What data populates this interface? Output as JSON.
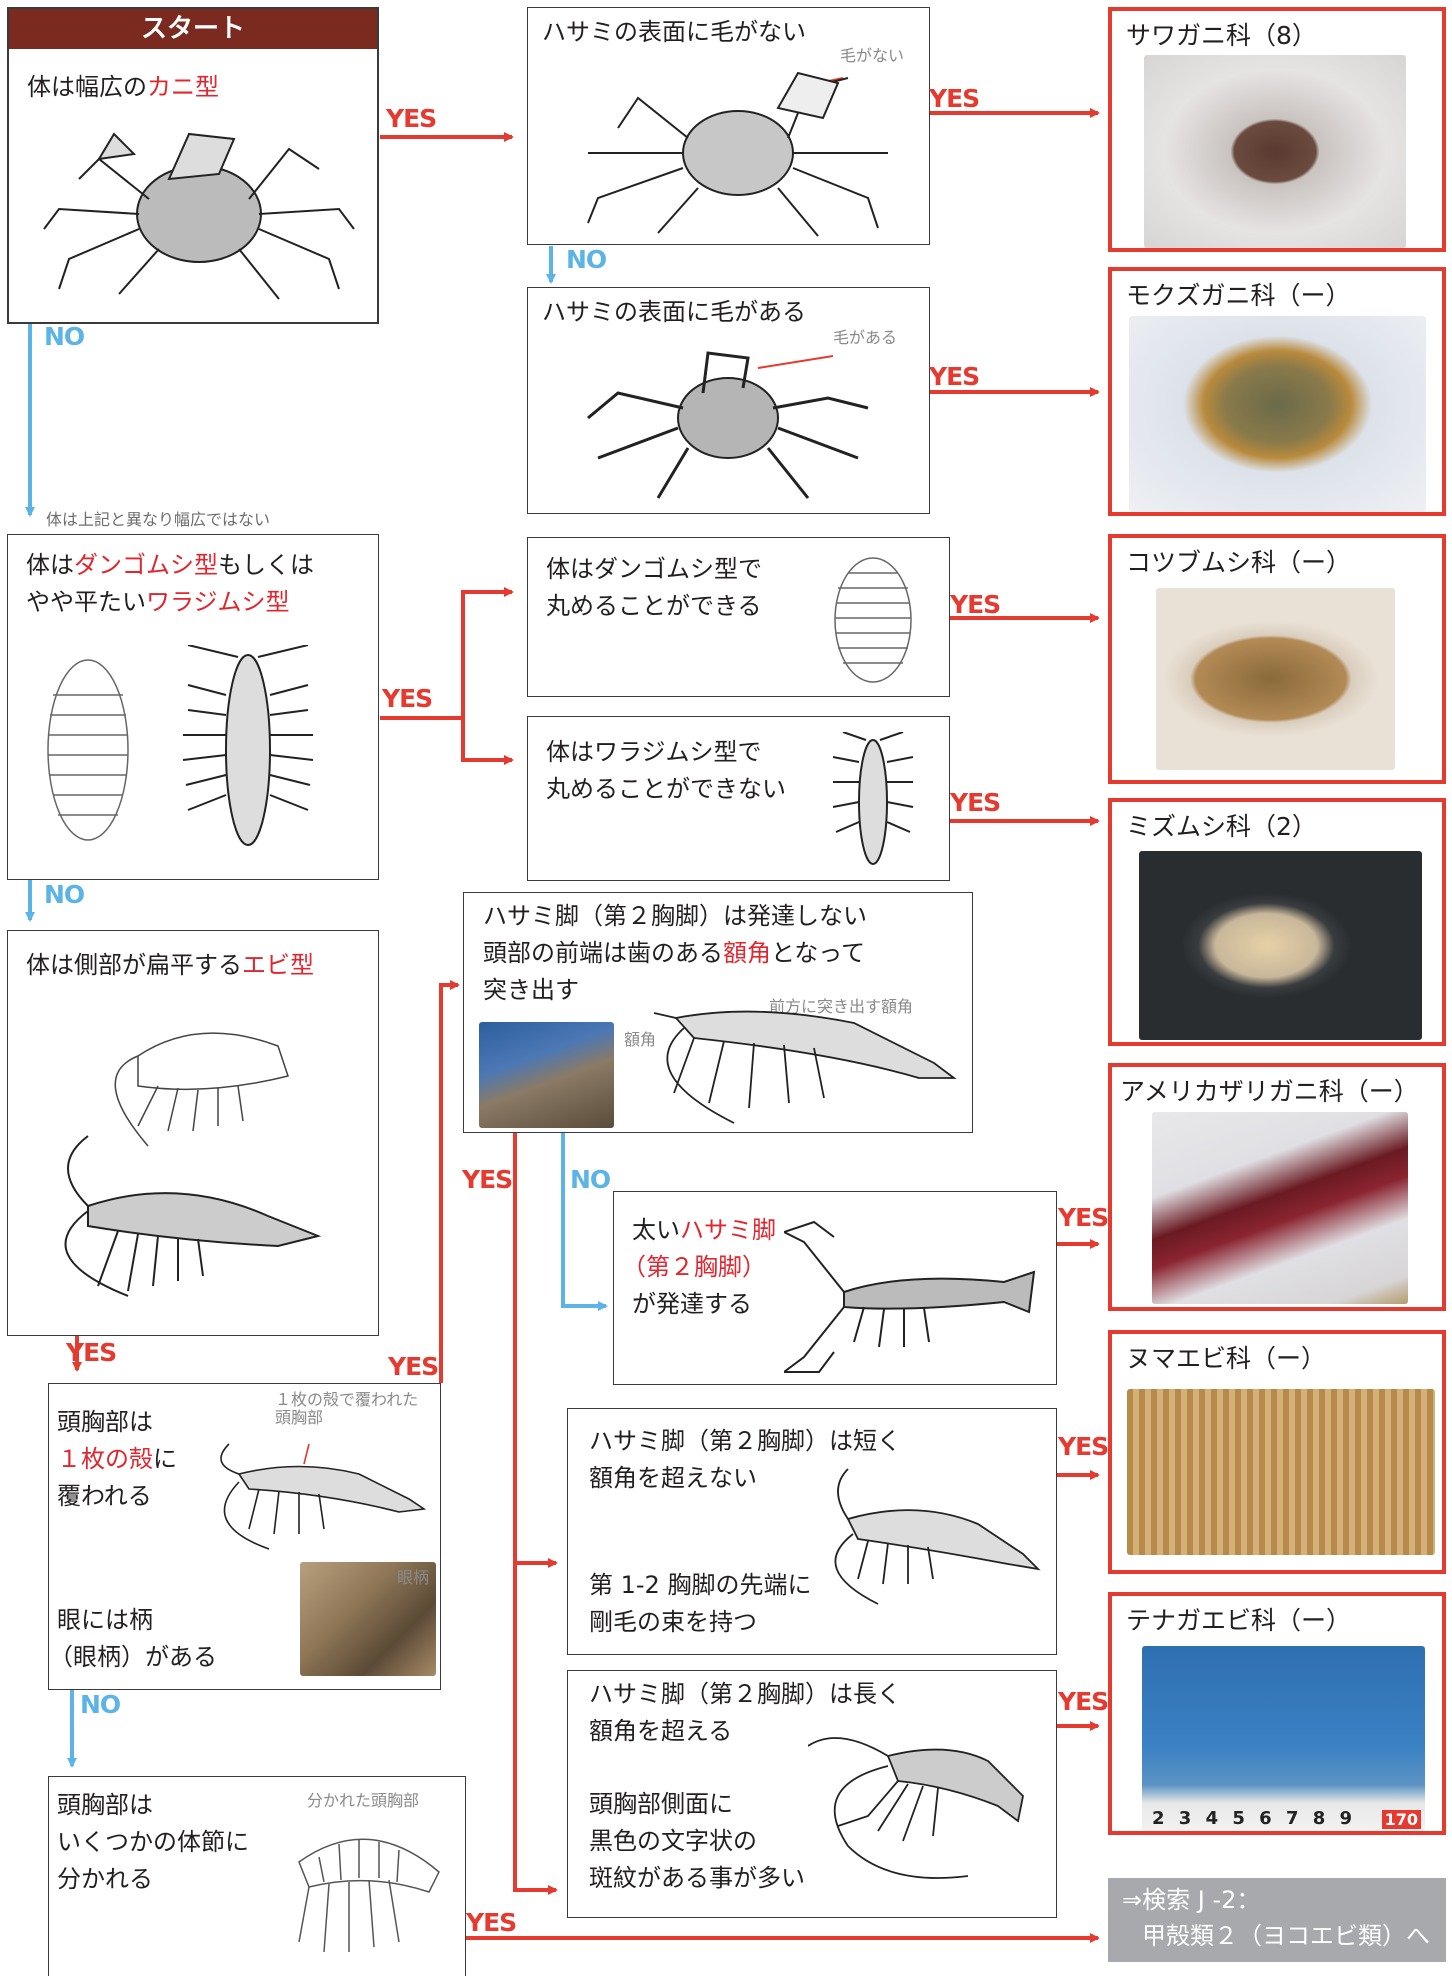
{
  "start": {
    "title": "スタート",
    "line1_pre": "体は幅広の",
    "line1_red": "カニ型",
    "no_label": "NO",
    "yes_label": "YES",
    "note": "体は上記と異なり幅広ではない"
  },
  "crab_no_hair": {
    "text": "ハサミの表面に毛がない",
    "note": "毛がない",
    "yes": "YES",
    "no": "NO"
  },
  "crab_hair": {
    "text": "ハサミの表面に毛がある",
    "note": "毛がある",
    "yes": "YES"
  },
  "isopod": {
    "l1_pre": "体は",
    "l1_red": "ダンゴムシ型",
    "l1_post": "もしくは",
    "l2_pre": "やや平たい",
    "l2_red": "ワラジムシ型",
    "yes": "YES",
    "no": "NO"
  },
  "pill": {
    "l1": "体はダンゴムシ型で",
    "l2": "丸めることができる",
    "yes": "YES"
  },
  "flat": {
    "l1": "体はワラジムシ型で",
    "l2": "丸めることができない",
    "yes": "YES"
  },
  "shrimp": {
    "pre": "体は側部が扁平する",
    "red": "エビ型",
    "yes": "YES"
  },
  "rostrum": {
    "l1": "ハサミ脚（第２胸脚）は発達しない",
    "l2_pre": "頭部の前端は歯のある",
    "l2_red": "額角",
    "l2_post": "となって",
    "l3": "突き出す",
    "note_photo": "額角",
    "note_ill": "前方に突き出す額角",
    "yes": "YES",
    "no": "NO"
  },
  "crayfish": {
    "l1_pre": "太い",
    "l1_red": "ハサミ脚",
    "l2_red": "（第２胸脚）",
    "l3": "が発達する",
    "yes": "YES"
  },
  "carapace": {
    "l1": "頭胸部は",
    "l2_red": "１枚の殻",
    "l2_post": "に",
    "l3": "覆われる",
    "note1": "１枚の殻で覆われた",
    "note2": "頭胸部",
    "l4": "眼には柄",
    "l5": "（眼柄）がある",
    "note_eye": "眼柄",
    "yes": "YES",
    "no": "NO"
  },
  "short_claw": {
    "l1": "ハサミ脚（第２胸脚）は短く",
    "l2": "額角を超えない",
    "l3": "第 1-2 胸脚の先端に",
    "l4": "剛毛の束を持つ",
    "yes": "YES"
  },
  "long_claw": {
    "l1": "ハサミ脚（第２胸脚）は長く",
    "l2": "額角を超える",
    "l3": "頭胸部側面に",
    "l4": "黒色の文字状の",
    "l5": "斑紋がある事が多い",
    "yes": "YES"
  },
  "segmented": {
    "l1": "頭胸部は",
    "l2": "いくつかの体節に",
    "l3": "分かれる",
    "note": "分かれた頭胸部",
    "yes": "YES"
  },
  "results": [
    {
      "label": "サワガニ科（8）"
    },
    {
      "label": "モクズガニ科（ー）"
    },
    {
      "label": "コツブムシ科（ー）"
    },
    {
      "label": "ミズムシ科（2）"
    },
    {
      "label": "アメリカザリガニ科（ー）"
    },
    {
      "label": "ヌマエビ科（ー）"
    },
    {
      "label": "テナガエビ科（ー）"
    }
  ],
  "ruler": "2 3 4 5 6 7 8 9",
  "ruler_end": "170",
  "next": {
    "l1": "⇒検索 J -2：",
    "l2": "甲殻類２（ヨコエビ類）へ"
  },
  "colors": {
    "yes": "#e43a2f",
    "no": "#5bb4e5",
    "next_bg": "#a7a9ac"
  }
}
